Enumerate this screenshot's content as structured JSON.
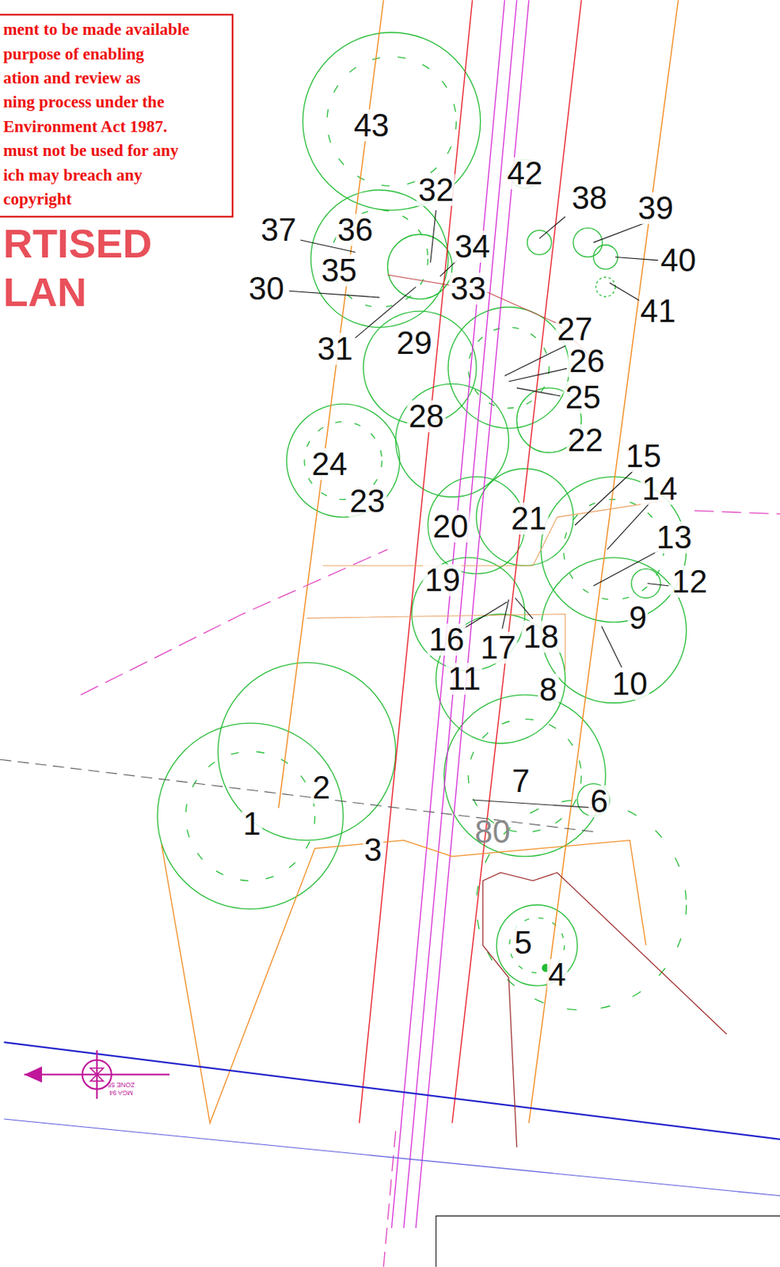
{
  "diagram": {
    "labels": [
      "ment to be made available",
      "purpose of enabling",
      "ation and review as",
      "ning process under the",
      "Environment Act 1987.",
      "must not be used for any",
      "ich may breach any",
      "copyright",
      "RTISED",
      "LAN",
      "43",
      "42",
      "38",
      "39",
      "40",
      "41",
      "32",
      "37",
      "36",
      "34",
      "35",
      "30",
      "33",
      "31",
      "29",
      "27",
      "26",
      "25",
      "28",
      "22",
      "24",
      "15",
      "14",
      "23",
      "20",
      "21",
      "13",
      "12",
      "19",
      "9",
      "16",
      "17",
      "18",
      "11",
      "10",
      "8",
      "7",
      "6",
      "2",
      "1",
      "80",
      "3",
      "5",
      "4",
      "ZONE 55",
      "MGA 94"
    ]
  }
}
